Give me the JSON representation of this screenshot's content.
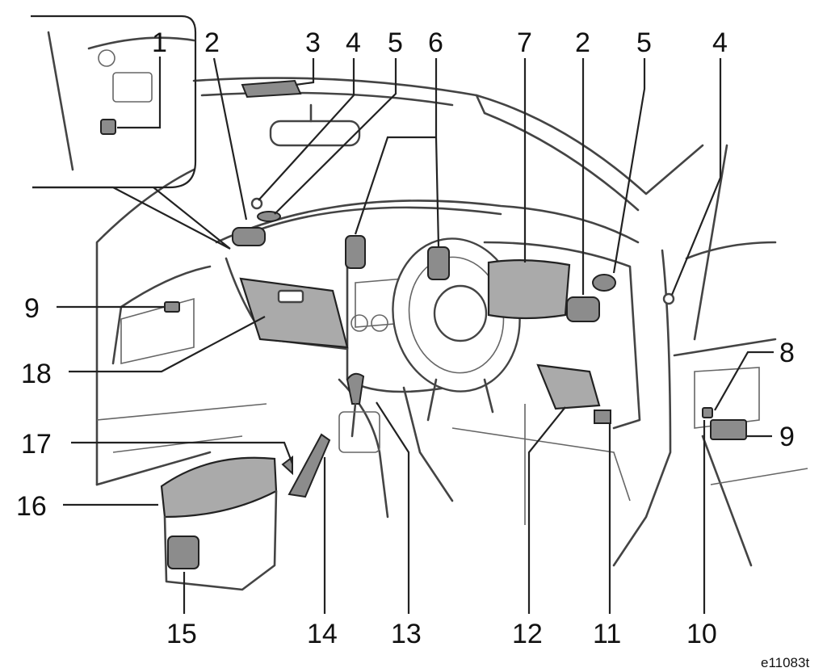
{
  "figure_code": "e11083t",
  "callouts": [
    {
      "id": "c1",
      "label": "1"
    },
    {
      "id": "c2a",
      "label": "2"
    },
    {
      "id": "c3",
      "label": "3"
    },
    {
      "id": "c4a",
      "label": "4"
    },
    {
      "id": "c5a",
      "label": "5"
    },
    {
      "id": "c6",
      "label": "6"
    },
    {
      "id": "c7",
      "label": "7"
    },
    {
      "id": "c2b",
      "label": "2"
    },
    {
      "id": "c5b",
      "label": "5"
    },
    {
      "id": "c4b",
      "label": "4"
    },
    {
      "id": "c9a",
      "label": "9"
    },
    {
      "id": "c18",
      "label": "18"
    },
    {
      "id": "c8",
      "label": "8"
    },
    {
      "id": "c17",
      "label": "17"
    },
    {
      "id": "c9b",
      "label": "9"
    },
    {
      "id": "c16",
      "label": "16"
    },
    {
      "id": "c15",
      "label": "15"
    },
    {
      "id": "c14",
      "label": "14"
    },
    {
      "id": "c13",
      "label": "13"
    },
    {
      "id": "c12",
      "label": "12"
    },
    {
      "id": "c11",
      "label": "11"
    },
    {
      "id": "c10",
      "label": "10"
    }
  ]
}
